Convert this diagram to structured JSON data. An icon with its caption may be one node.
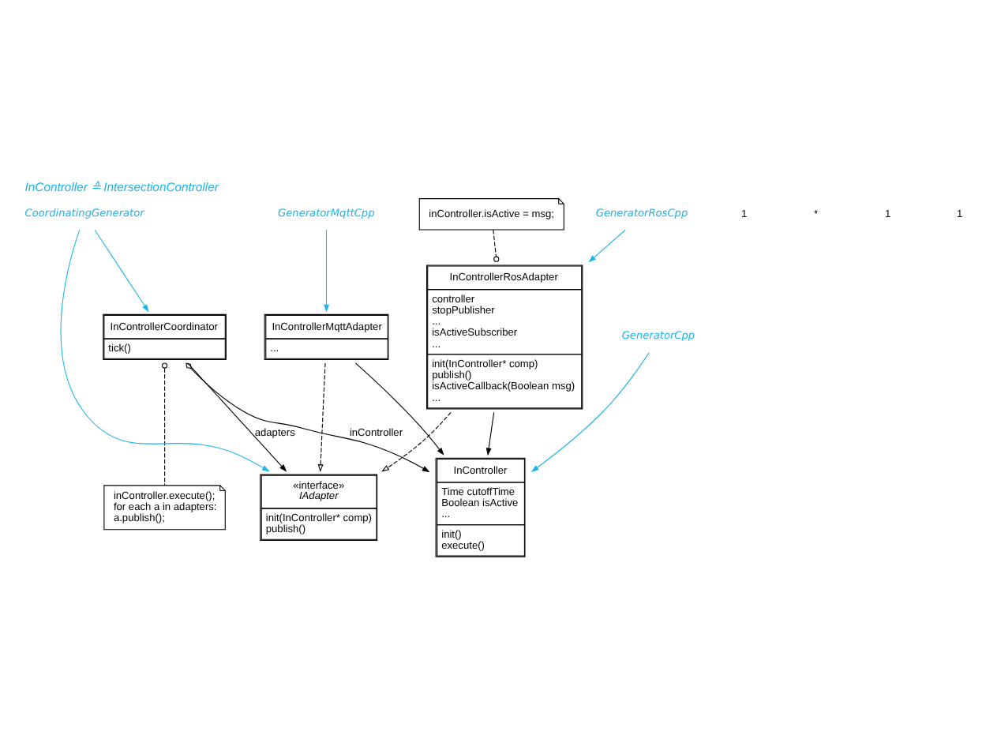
{
  "diagram": {
    "title": "InController ≙ IntersectionController",
    "nodes": [
      {
        "text": [
          "InControllerCoordinator",
          "tick()"
        ]
      },
      {
        "text": [
          "«interface»",
          "IAdapter",
          "init(InController* comp)",
          "publish()"
        ]
      },
      {
        "text": [
          "inController.execute();",
          "for each a in adapters:",
          "a.publish();"
        ]
      },
      {
        "text": [
          "InController",
          "Time cutoffTime",
          "Boolean isActive",
          "...",
          "init()",
          "execute()"
        ]
      },
      {
        "text": [
          "InControllerMqttAdapter",
          "..."
        ]
      },
      {
        "text": [
          "InControllerRosAdapter",
          "controller",
          "stopPublisher",
          "...",
          "isActiveSubscriber",
          "...",
          "init(InController* comp)",
          "publish()",
          "isActiveCallback(Boolean msg)",
          "..."
        ]
      },
      {
        "text": [
          "inController.isActive = msg;"
        ]
      },
      {
        "text": [
          "CoordinatingGenerator"
        ]
      },
      {
        "text": [
          "GeneratorRosCpp"
        ]
      },
      {
        "text": [
          "GeneratorMqttCpp"
        ]
      },
      {
        "text": [
          "GeneratorCpp"
        ]
      }
    ],
    "edges": [
      {
        "from": 0,
        "to": 1,
        "arrow": "to",
        "label": "adapters"
      },
      {
        "from": 0,
        "to": 3,
        "arrow": "to",
        "label": "inController"
      },
      {
        "from": 0,
        "to": 2,
        "arrow": "other",
        "style": "dashed"
      },
      {
        "from": 5,
        "to": 1,
        "arrow": "to",
        "style": "dashed"
      },
      {
        "from": 4,
        "to": 1,
        "arrow": "to",
        "style": "dashed"
      },
      {
        "from": 4,
        "to": 3,
        "arrow": "to"
      },
      {
        "from": 5,
        "to": 3,
        "arrow": "to"
      },
      {
        "from": 6,
        "to": 5,
        "arrow": "other",
        "style": "dashed"
      },
      {
        "from": 7,
        "to": 0,
        "arrow": "to",
        "color": "#1eb4ea"
      },
      {
        "from": 7,
        "to": 1,
        "arrow": "to",
        "color": "#1eb4ea"
      },
      {
        "from": 8,
        "to": 5,
        "arrow": "to",
        "color": "#1eb4ea"
      },
      {
        "from": 9,
        "to": 4,
        "arrow": "to",
        "color": "#1eb4ea"
      },
      {
        "from": 10,
        "to": 3,
        "arrow": "to",
        "color": "#1eb4ea"
      }
    ],
    "labels": [
      "1",
      "*",
      "1",
      "1"
    ]
  }
}
